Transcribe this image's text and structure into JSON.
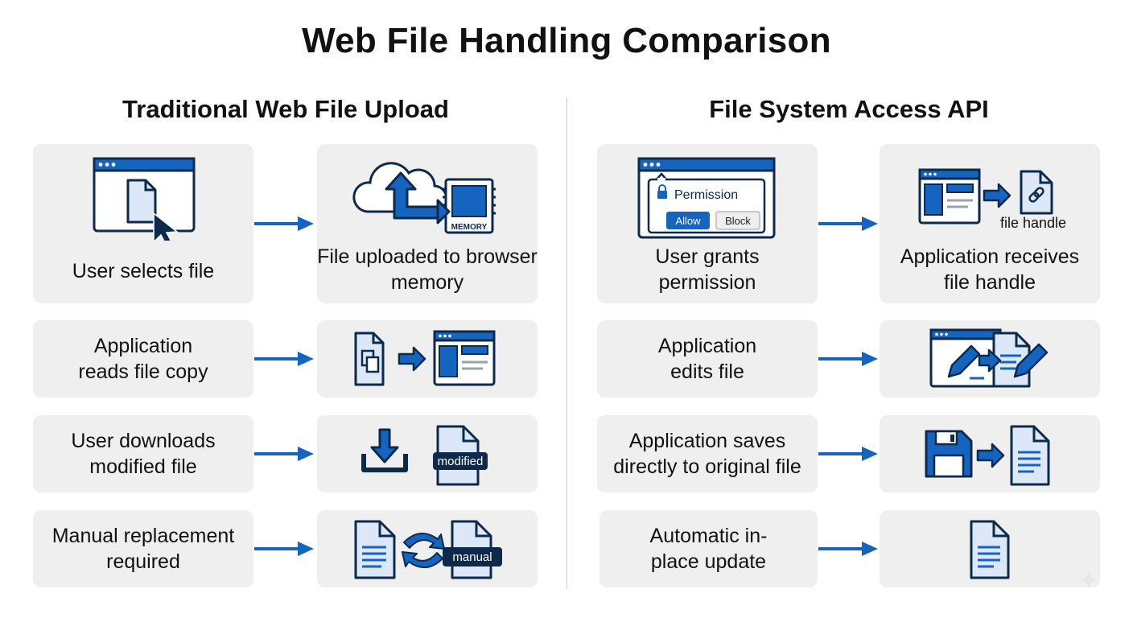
{
  "title": "Web File Handling Comparison",
  "left_column": {
    "heading": "Traditional Web File Upload",
    "steps": [
      {
        "text": "User selects file",
        "icon": "browser-file-cursor-icon"
      },
      {
        "text": "File uploaded to browser memory",
        "icon": "cloud-upload-memory-icon",
        "icon_label": "MEMORY"
      },
      {
        "text": "Application reads file copy",
        "icon": "file-copy-to-app-icon"
      },
      {
        "text": "User downloads modified file",
        "icon": "download-icon",
        "icon_label": "modified"
      },
      {
        "text": "Manual replacement required",
        "icon": "swap-files-icon",
        "icon_label": "manual"
      }
    ]
  },
  "right_column": {
    "heading": "File System Access API",
    "steps": [
      {
        "text": "User grants permission",
        "icon": "permission-dialog-icon",
        "dialog_title": "Permission",
        "allow_label": "Allow",
        "block_label": "Block"
      },
      {
        "text": "Application receives file handle",
        "icon": "app-file-handle-icon",
        "icon_label": "file handle"
      },
      {
        "text": "Application edits file",
        "icon": "edit-file-icon"
      },
      {
        "text": "Application saves directly to original file",
        "icon": "save-to-file-icon"
      },
      {
        "text": "Automatic in-place update",
        "icon": "document-icon"
      }
    ]
  },
  "colors": {
    "accent": "#1565c0",
    "navy": "#0d2a4c",
    "card": "#efefef",
    "light_blue": "#dce8f7"
  }
}
